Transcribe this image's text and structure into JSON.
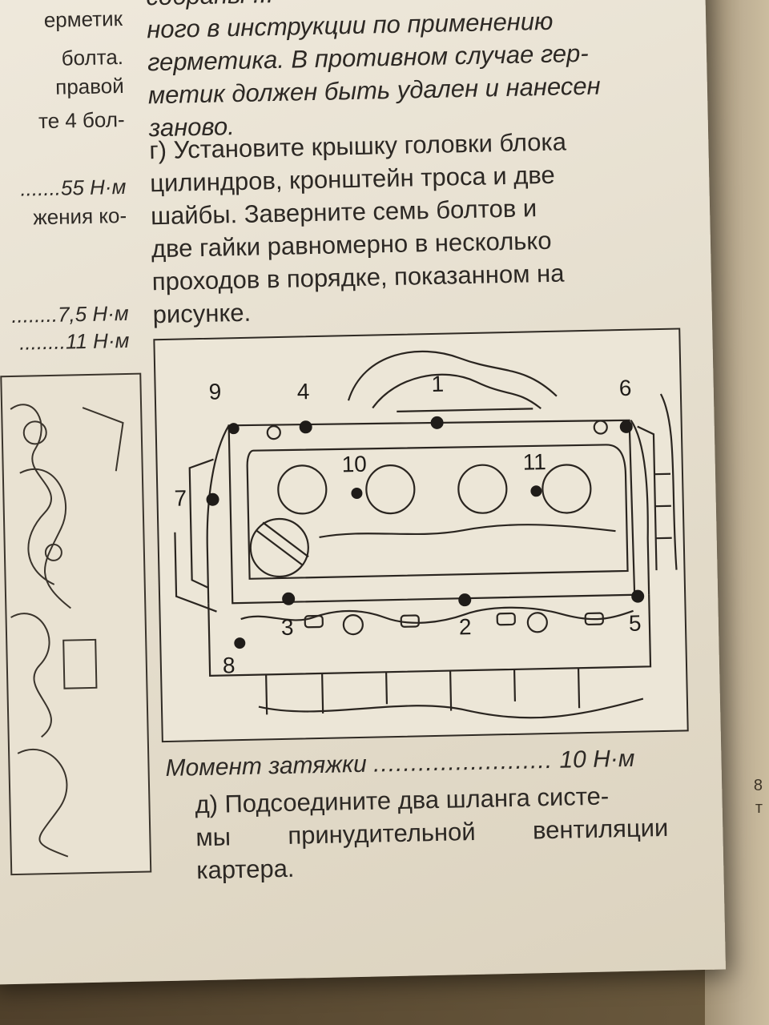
{
  "left_column": {
    "lines": [
      "ерметик",
      "болта.",
      "правой",
      "те 4 бол-"
    ],
    "torque_1": ".......55 Н·м",
    "line_after": "жения ко-",
    "torque_2": "........7,5 Н·м",
    "torque_3": "........11 Н·м"
  },
  "right_column": {
    "intro_lines": [
      "собраны ...",
      "ного в инструкции по применению",
      "герметика. В противном случае гер-",
      "метик должен быть удален и нанесен",
      "заново."
    ],
    "step_g_lines": [
      "г) Установите крышку головки блока",
      "цилиндров, кронштейн троса и две",
      "шайбы. Заверните семь болтов и",
      "две гайки равномерно в несколько",
      "проходов в порядке, показанном на",
      "рисунке."
    ],
    "torque_label": "Момент затяжки",
    "torque_dots": "........................",
    "torque_value": "10 Н·м",
    "step_d_lines": [
      "д) Подсоедините два шланга систе-",
      "мы принудительной вентиляции",
      "картера."
    ]
  },
  "figure": {
    "bolt_labels": [
      "1",
      "2",
      "3",
      "4",
      "5",
      "6",
      "7",
      "8",
      "9",
      "10",
      "11"
    ]
  },
  "right_strip": {
    "fragments": [
      "8",
      "т"
    ]
  }
}
